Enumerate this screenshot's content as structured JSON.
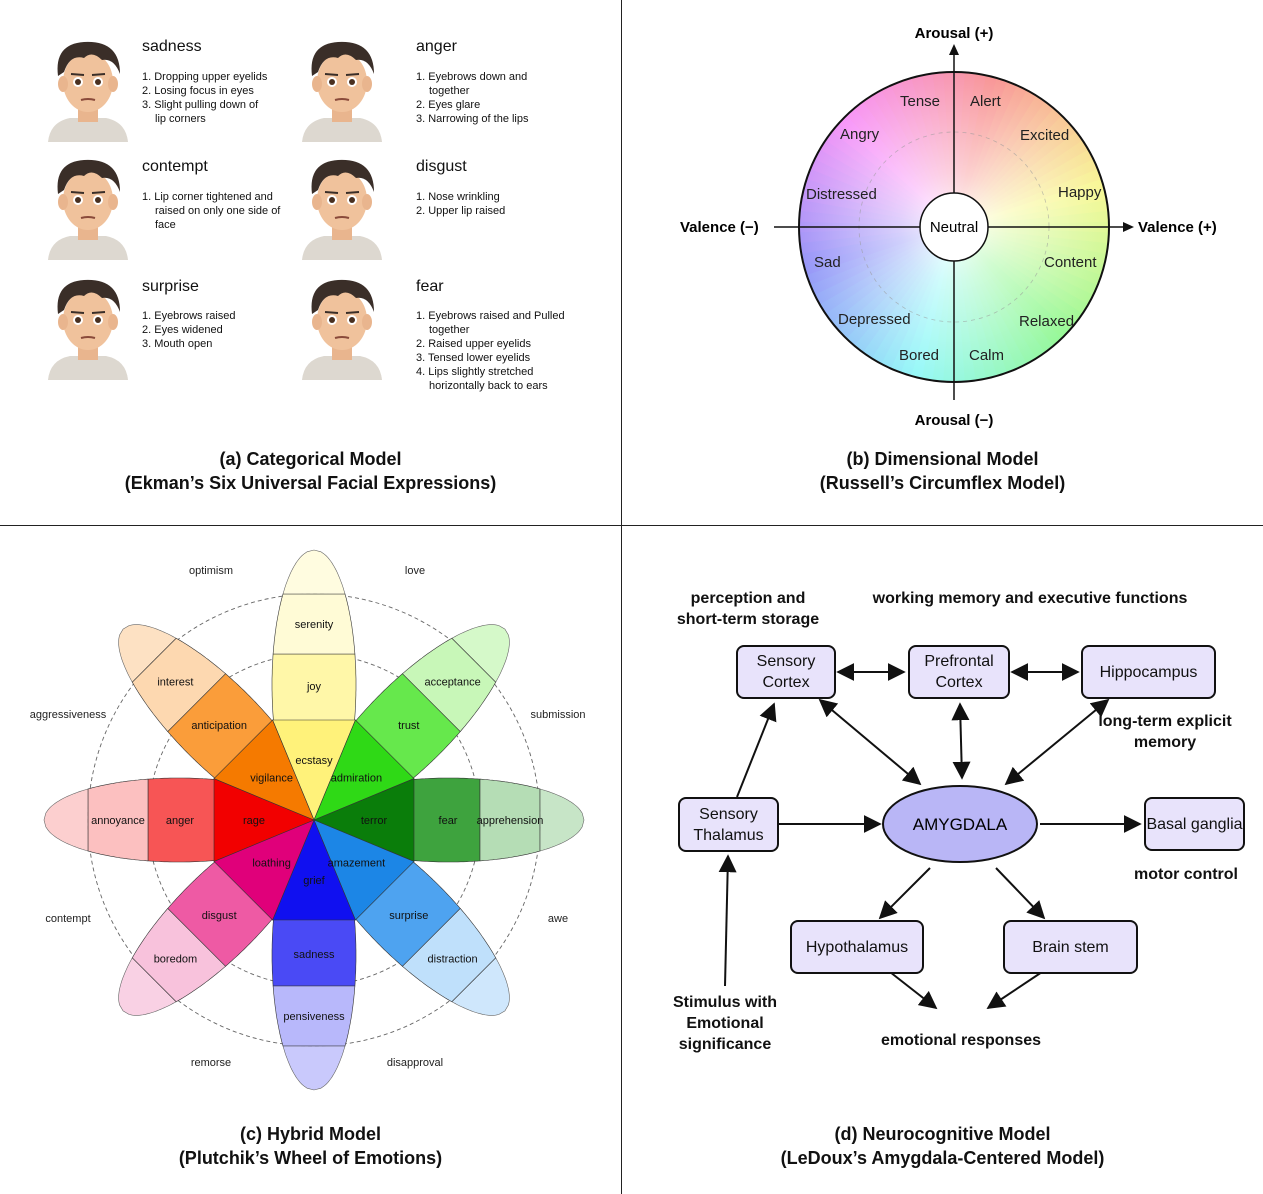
{
  "panel_a": {
    "caption_line1": "(a) Categorical Model",
    "caption_line2": "(Ekman’s Six Universal Facial Expressions)",
    "emotions": [
      {
        "name": "sadness",
        "items": [
          "1. Dropping upper eyelids",
          "2. Losing focus in eyes",
          "3. Slight pulling down of lip corners"
        ]
      },
      {
        "name": "anger",
        "items": [
          "1. Eyebrows down and together",
          "2. Eyes glare",
          "3. Narrowing of the lips"
        ]
      },
      {
        "name": "contempt",
        "items": [
          "1. Lip corner tightened and raised on only one side of face"
        ]
      },
      {
        "name": "disgust",
        "items": [
          "1. Nose wrinkling",
          "2. Upper lip raised"
        ]
      },
      {
        "name": "surprise",
        "items": [
          "1. Eyebrows raised",
          "2. Eyes widened",
          "3. Mouth open"
        ]
      },
      {
        "name": "fear",
        "items": [
          "1. Eyebrows raised and Pulled together",
          "2. Raised upper eyelids",
          "3. Tensed lower eyelids",
          "4. Lips slightly stretched horizontally back to ears"
        ]
      }
    ]
  },
  "panel_b": {
    "caption_line1": "(b) Dimensional Model",
    "caption_line2": "(Russell’s Circumflex Model)",
    "axis_arousal_pos": "Arousal (+)",
    "axis_arousal_neg": "Arousal (−)",
    "axis_valence_neg": "Valence (−)",
    "axis_valence_pos": "Valence (+)",
    "center": "Neutral",
    "labels": [
      "Tense",
      "Alert",
      "Angry",
      "Excited",
      "Distressed",
      "Happy",
      "Sad",
      "Content",
      "Depressed",
      "Relaxed",
      "Bored",
      "Calm"
    ]
  },
  "panel_c": {
    "caption_line1": "(c) Hybrid Model",
    "caption_line2": "(Plutchik’s Wheel of Emotions)",
    "outer_labels": [
      "optimism",
      "love",
      "submission",
      "awe",
      "disapproval",
      "remorse",
      "contempt",
      "aggressiveness"
    ],
    "petals": [
      {
        "inner": "ecstasy",
        "middle": "joy",
        "outer": "serenity",
        "colors": [
          "#fff27a",
          "#fff7a8",
          "#fffbd6"
        ]
      },
      {
        "inner": "admiration",
        "middle": "trust",
        "outer": "acceptance",
        "colors": [
          "#2fd916",
          "#66e84c",
          "#c8f7b8"
        ]
      },
      {
        "inner": "terror",
        "middle": "fear",
        "outer": "apprehension",
        "colors": [
          "#0a7d0a",
          "#3ea33e",
          "#b5ddb5"
        ]
      },
      {
        "inner": "amazement",
        "middle": "surprise",
        "outer": "distraction",
        "colors": [
          "#1c86e6",
          "#4ea3f0",
          "#bfe0fb"
        ]
      },
      {
        "inner": "grief",
        "middle": "sadness",
        "outer": "pensiveness",
        "colors": [
          "#1010f0",
          "#4a4af5",
          "#b8b8fb"
        ]
      },
      {
        "inner": "loathing",
        "middle": "disgust",
        "outer": "boredom",
        "colors": [
          "#e0007a",
          "#ee5aa4",
          "#f8c2dc"
        ]
      },
      {
        "inner": "rage",
        "middle": "anger",
        "outer": "annoyance",
        "colors": [
          "#f20000",
          "#f75555",
          "#fcc0c0"
        ]
      },
      {
        "inner": "vigilance",
        "middle": "anticipation",
        "outer": "interest",
        "colors": [
          "#f57a00",
          "#fa9d3a",
          "#fdd8b0"
        ]
      }
    ]
  },
  "panel_d": {
    "caption_line1": "(d) Neurocognitive Model",
    "caption_line2": "(LeDoux’s Amygdala-Centered Model)",
    "nodes": {
      "sensory_cortex": "Sensory Cortex",
      "prefrontal_cortex": "Prefrontal Cortex",
      "hippocampus": "Hippocampus",
      "sensory_thalamus": "Sensory Thalamus",
      "amygdala": "AMYGDALA",
      "basal_ganglia": "Basal ganglia",
      "hypothalamus": "Hypothalamus",
      "brain_stem": "Brain stem"
    },
    "labels": {
      "perception": "perception and short-term storage",
      "working_memory": "working memory and executive functions",
      "long_term": "long-term explicit memory",
      "motor_control": "motor control",
      "stimulus": "Stimulus with Emotional significance",
      "emotional_responses": "emotional responses"
    },
    "colors": {
      "node_fill": "#e8e3fb",
      "amygdala_fill": "#b9b6f6"
    }
  }
}
